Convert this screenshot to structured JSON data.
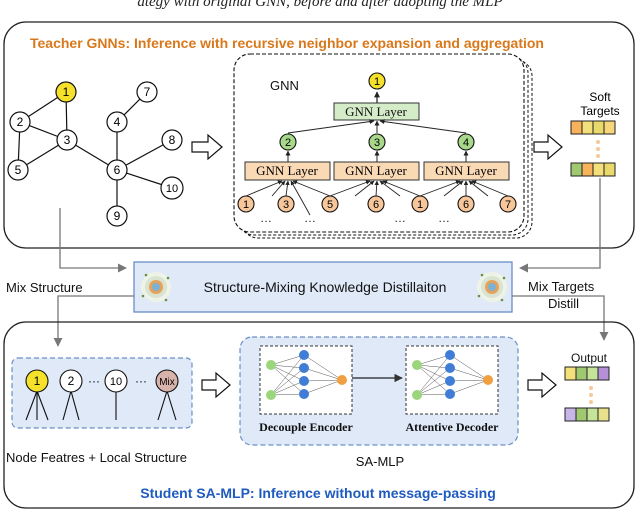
{
  "top_caption": "ategy with original GNN, before and after adopting the MLP",
  "teacher": {
    "title": "Teacher GNNs: Inference with recursive neighbor expansion and aggregation",
    "graph_nodes": [
      "1",
      "2",
      "3",
      "4",
      "5",
      "6",
      "7",
      "8",
      "9",
      "10"
    ],
    "gnn_panel_label": "GNN",
    "layer_label": "GNN Layer",
    "output_node": "1",
    "mid_nodes": [
      "2",
      "3",
      "4"
    ],
    "leaf_nodes": [
      "1",
      "3",
      "5",
      "6",
      "1",
      "6",
      "7"
    ],
    "ellipsis": "…",
    "soft_targets_label": "Soft\nTargets"
  },
  "middle": {
    "mix_structure": "Mix Structure",
    "kd_title": "Structure-Mixing Knowledge Distillaiton",
    "mix_targets": "Mix Targets",
    "distill": "Distill"
  },
  "student": {
    "title": "Student SA-MLP: Inference without message-passing",
    "local_nodes": [
      "1",
      "2",
      "10",
      "Mix"
    ],
    "local_dots": "···",
    "node_features_label": "Node Featres + Local Structure",
    "encoder_label": "Decouple Encoder",
    "decoder_label": "Attentive Decoder",
    "sa_mlp_label": "SA-MLP",
    "output_label": "Output"
  },
  "colors": {
    "teacher_title": "#d9781b",
    "student_title": "#1f5bbf",
    "node_yellow": "#f5e02a",
    "node_green": "#a8d88a",
    "node_orange": "#f7c79b",
    "layer_green": "#d5ecc9",
    "layer_orange": "#fad9b5",
    "panel_blue": "#dfe9f7",
    "enc_green": "#9cd67c",
    "enc_blue": "#3f7dd6",
    "enc_orange": "#f0a040"
  }
}
